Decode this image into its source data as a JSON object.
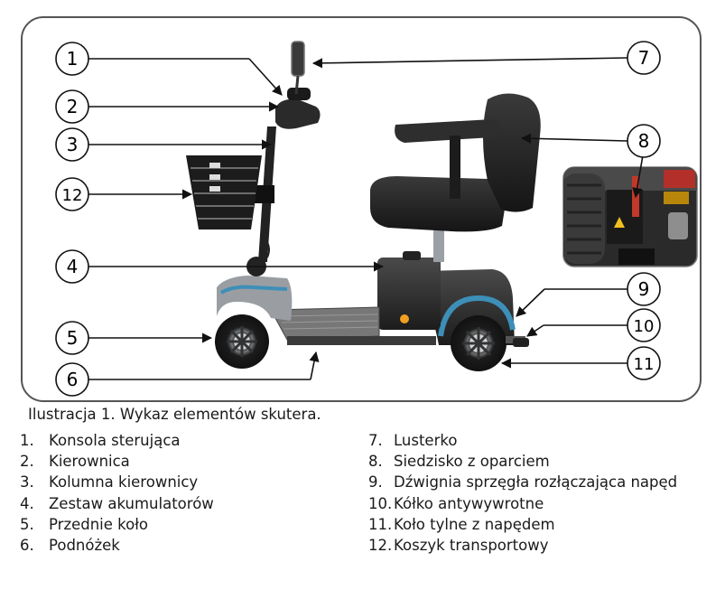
{
  "callouts": [
    "1",
    "2",
    "3",
    "4",
    "5",
    "6",
    "7",
    "8",
    "9",
    "10",
    "11",
    "12"
  ],
  "caption": "Ilustracja 1.  Wykaz elementów skutera.",
  "legend_left": [
    {
      "num": "1.",
      "text": "Konsola sterująca"
    },
    {
      "num": "2.",
      "text": "Kierownica"
    },
    {
      "num": "3.",
      "text": "Kolumna kierownicy"
    },
    {
      "num": "4.",
      "text": "Zestaw akumulatorów"
    },
    {
      "num": "5.",
      "text": "Przednie koło"
    },
    {
      "num": "6.",
      "text": "Podnóżek"
    }
  ],
  "legend_right": [
    {
      "num": "7.",
      "text": "Lusterko"
    },
    {
      "num": "8.",
      "text": "Siedzisko z oparciem"
    },
    {
      "num": "9.",
      "text": "Dźwignia sprzęgła rozłączająca napęd"
    },
    {
      "num": "10.",
      "text": "Kółko antywywrotne"
    },
    {
      "num": "11.",
      "text": "Koło tylne z napędem"
    },
    {
      "num": "12.",
      "text": "Koszyk transportowy"
    }
  ],
  "colors": {
    "frame": "#555555",
    "body": "#2b2b2b",
    "accent_blue": "#3d8fb8",
    "indicator_orange": "#f0a020"
  }
}
